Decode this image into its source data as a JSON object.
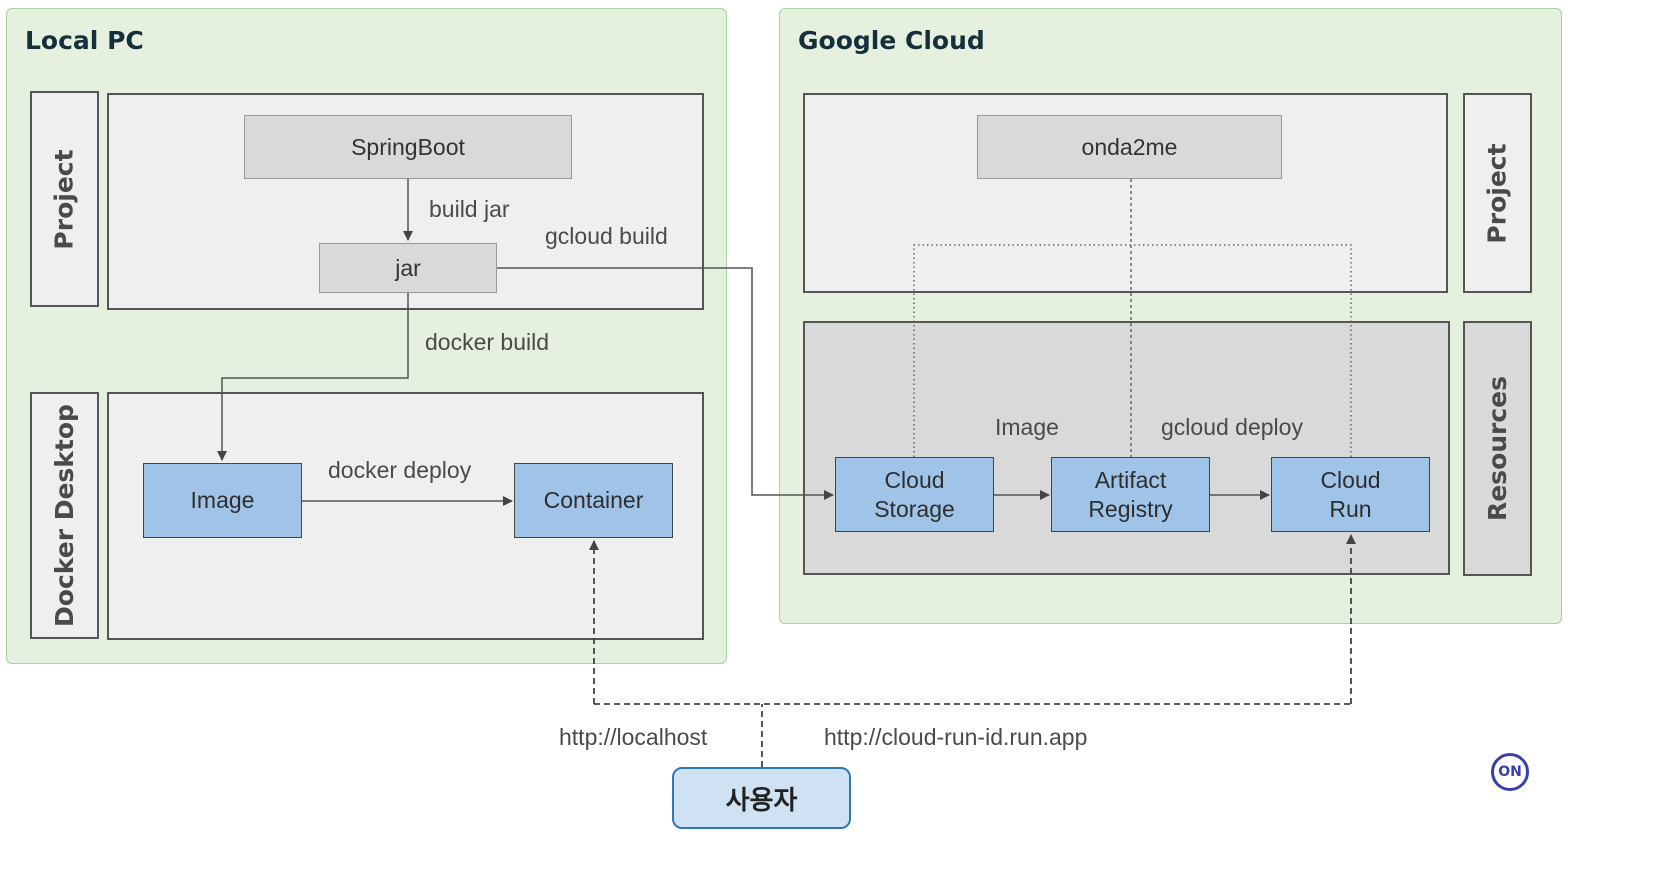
{
  "regions": {
    "local_pc": {
      "title": "Local PC"
    },
    "google_cloud": {
      "title": "Google Cloud"
    }
  },
  "side_labels": {
    "local_project": "Project",
    "docker_desktop": "Docker Desktop",
    "cloud_project": "Project",
    "resources": "Resources"
  },
  "nodes": {
    "springboot": "SpringBoot",
    "jar": "jar",
    "image": "Image",
    "container": "Container",
    "onda2me": "onda2me",
    "cloud_storage": "Cloud\nStorage",
    "artifact_registry": "Artifact\nRegistry",
    "cloud_run": "Cloud\nRun",
    "user": "사용자"
  },
  "edge_labels": {
    "build_jar": "build jar",
    "gcloud_build": "gcloud build",
    "docker_build": "docker build",
    "docker_deploy": "docker deploy",
    "image": "Image",
    "gcloud_deploy": "gcloud deploy",
    "localhost_url": "http://localhost",
    "cloud_run_url": "http://cloud-run-id.run.app"
  },
  "badge": {
    "text": "ON"
  },
  "colors": {
    "region_fill": "#e5f0df",
    "region_border": "#a9d3a0",
    "service_fill": "#9fc4e8",
    "user_fill": "#cfe2f3",
    "user_border": "#2f78b4",
    "badge": "#3b3fae"
  }
}
